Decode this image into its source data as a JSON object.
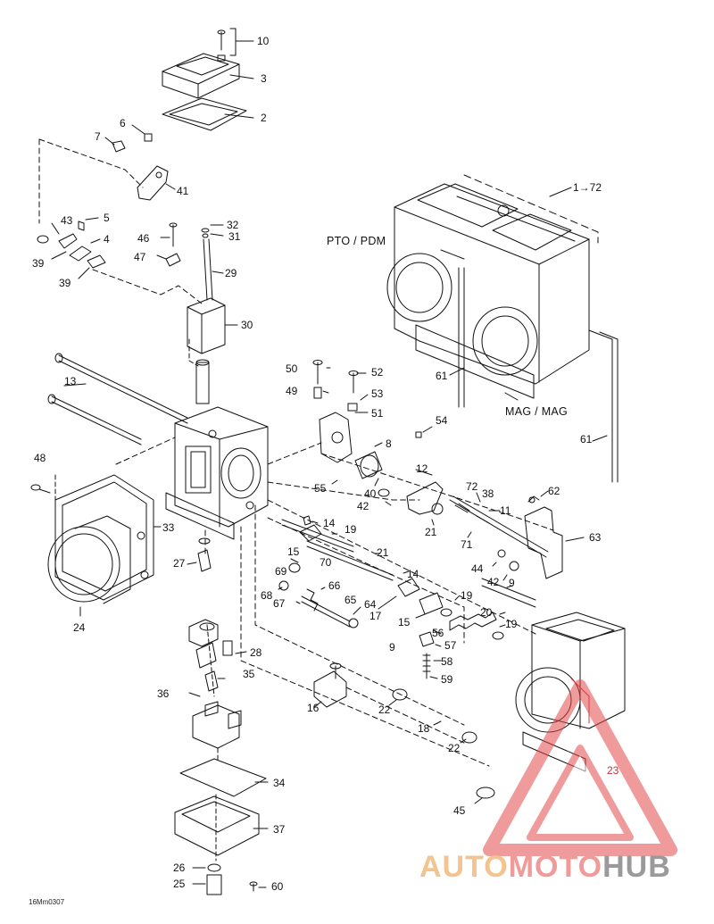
{
  "labels": {
    "l1_72": "1→72",
    "l2": "2",
    "l3": "3",
    "l4": "4",
    "l5": "5",
    "l6": "6",
    "l7": "7",
    "l8": "8",
    "l9a": "9",
    "l9b": "9",
    "l10": "10",
    "l11": "11",
    "l12": "12",
    "l13": "13",
    "l14a": "14",
    "l14b": "14",
    "l15a": "15",
    "l15b": "15",
    "l16": "16",
    "l17": "17",
    "l18": "18",
    "l19a": "19",
    "l19b": "19",
    "l19c": "19",
    "l20": "20",
    "l21a": "21",
    "l21b": "21",
    "l22a": "22",
    "l22b": "22",
    "l23": "23",
    "l24": "24",
    "l25": "25",
    "l26": "26",
    "l27": "27",
    "l28": "28",
    "l29": "29",
    "l30": "30",
    "l31": "31",
    "l32": "32",
    "l33": "33",
    "l34": "34",
    "l35": "35",
    "l36": "36",
    "l37": "37",
    "l38": "38",
    "l39a": "39",
    "l39b": "39",
    "l40": "40",
    "l41": "41",
    "l42a": "42",
    "l42b": "42",
    "l43": "43",
    "l44": "44",
    "l45": "45",
    "l46": "46",
    "l47": "47",
    "l48": "48",
    "l49": "49",
    "l50": "50",
    "l51": "51",
    "l52": "52",
    "l53": "53",
    "l54": "54",
    "l55": "55",
    "l56": "56",
    "l57": "57",
    "l58": "58",
    "l59": "59",
    "l60": "60",
    "l61a": "61",
    "l61b": "61",
    "l62": "62",
    "l63": "63",
    "l64": "64",
    "l65": "65",
    "l66": "66",
    "l67": "67",
    "l68": "68",
    "l69": "69",
    "l70": "70",
    "l71": "71",
    "l72": "72"
  },
  "side_labels": {
    "pto": "PTO / PDM",
    "mag": "MAG / MAG"
  },
  "drawing_code": "16Mm0307",
  "watermark": {
    "part1": "AUTO",
    "part2": "MOTO",
    "part3": "HUB"
  },
  "colors": {
    "ink": "#111111",
    "watermark_red": "#e24a4a",
    "watermark_yellow": "#f2b26a",
    "watermark_gray": "#8c8c8c"
  }
}
